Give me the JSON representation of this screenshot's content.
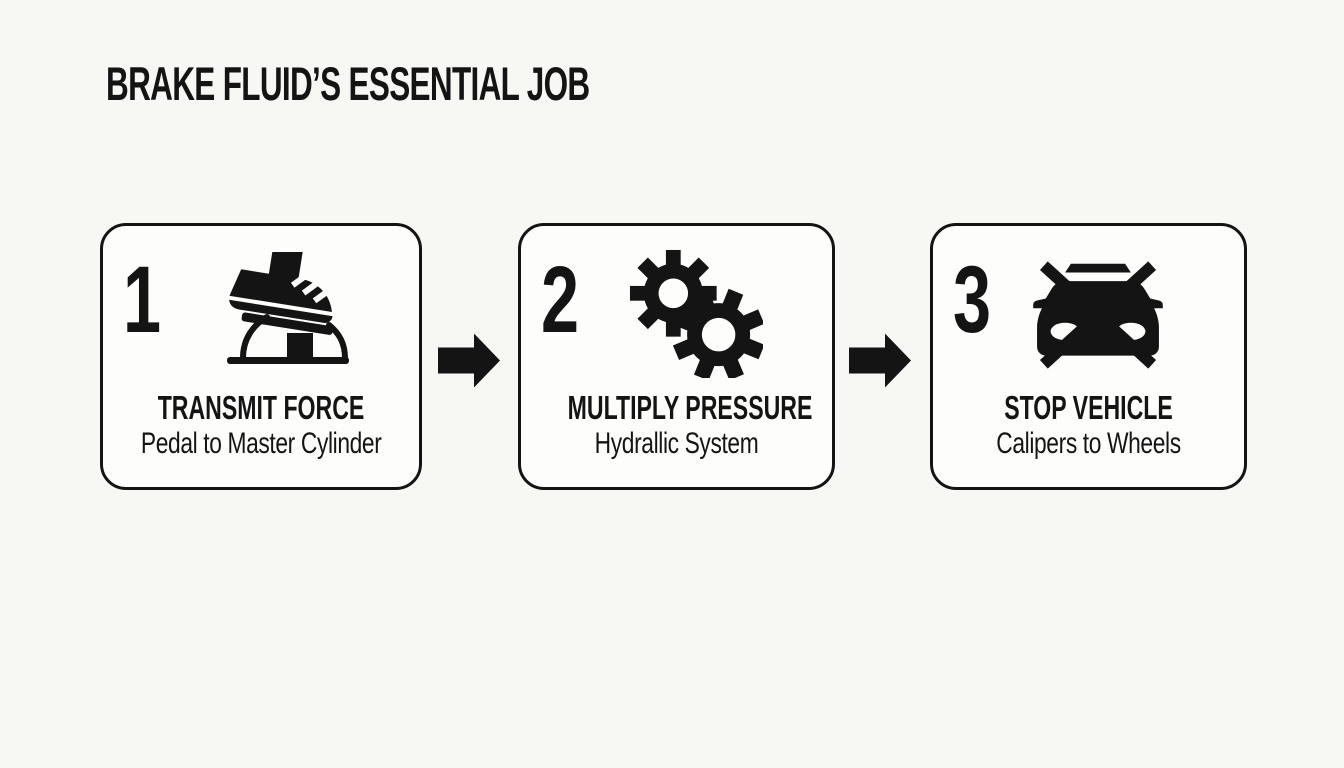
{
  "header": {
    "title": "BRAKE FLUID’S ESSENTIAL JOB"
  },
  "steps": [
    {
      "number": "1",
      "icon": "brake-pedal-icon",
      "title": "TRANSMIT FORCE",
      "subtitle": "Pedal to Master Cylinder"
    },
    {
      "number": "2",
      "icon": "gears-icon",
      "title": "MULTIPLY PRESSURE",
      "subtitle": "Hydrallic System"
    },
    {
      "number": "3",
      "icon": "stopped-car-icon",
      "title": "STOP VEHICLE",
      "subtitle": "Calipers to Wheels"
    }
  ],
  "arrows": {
    "count": 2,
    "glyph": "right-arrow"
  },
  "colors": {
    "background": "#f7f7f4",
    "card_background": "#fdfdfb",
    "ink": "#141414"
  }
}
